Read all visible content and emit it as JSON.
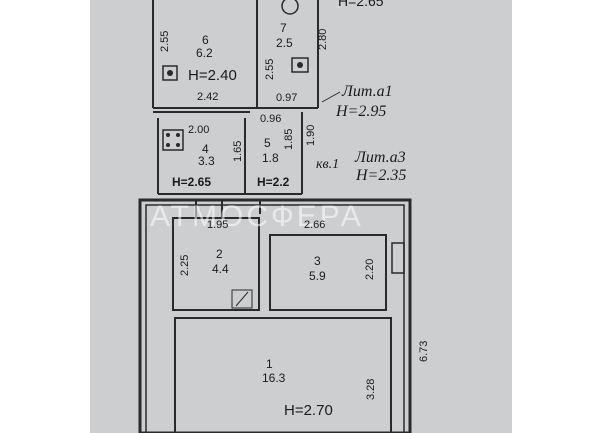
{
  "plan": {
    "top_partial": "H=2.65",
    "watermark": "АТМОСФЕРА",
    "rooms": [
      {
        "id": "6",
        "area": "6.2",
        "height": "H=2.40"
      },
      {
        "id": "7",
        "area": "2.5"
      },
      {
        "id": "4",
        "area": "3.3",
        "height": "H=2.65"
      },
      {
        "id": "5",
        "area": "1.8",
        "height": "H=2.2"
      },
      {
        "id": "2",
        "area": "4.4"
      },
      {
        "id": "3",
        "area": "5.9"
      },
      {
        "id": "1",
        "area": "16.3",
        "height": "H=2.70"
      }
    ],
    "annotations": {
      "lit_a1": "Лит.а1",
      "lit_a1_h": "H=2.95",
      "kv": "кв.1",
      "lit_a3": "Лит.а3",
      "lit_a3_h": "H=2.35"
    },
    "dimensions": {
      "d255a": "2.55",
      "d255b": "2.55",
      "d280": "2.80",
      "d242": "2.42",
      "d097": "0.97",
      "d200": "2.00",
      "d096": "0.96",
      "d165": "1.65",
      "d185": "1.85",
      "d190": "1.90",
      "d195": "1.95",
      "d266": "2.66",
      "d225": "2.25",
      "d220": "2.20",
      "d673": "6.73",
      "d328": "3.28"
    }
  }
}
